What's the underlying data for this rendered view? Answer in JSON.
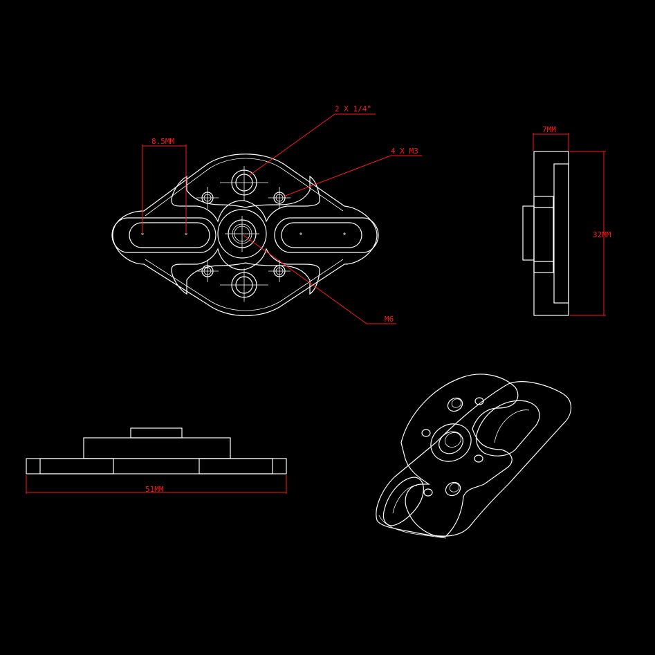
{
  "colors": {
    "background": "#000000",
    "geometry": "#ffffff",
    "dimension": "#ff1a1a"
  },
  "dimensions": {
    "holes_quarter": "2 X 1/4\"",
    "holes_m3": "4 X M3",
    "center_thread": "M6",
    "slot_spacing": "8.5MM",
    "thickness": "7MM",
    "height": "32MM",
    "width": "51MM"
  }
}
